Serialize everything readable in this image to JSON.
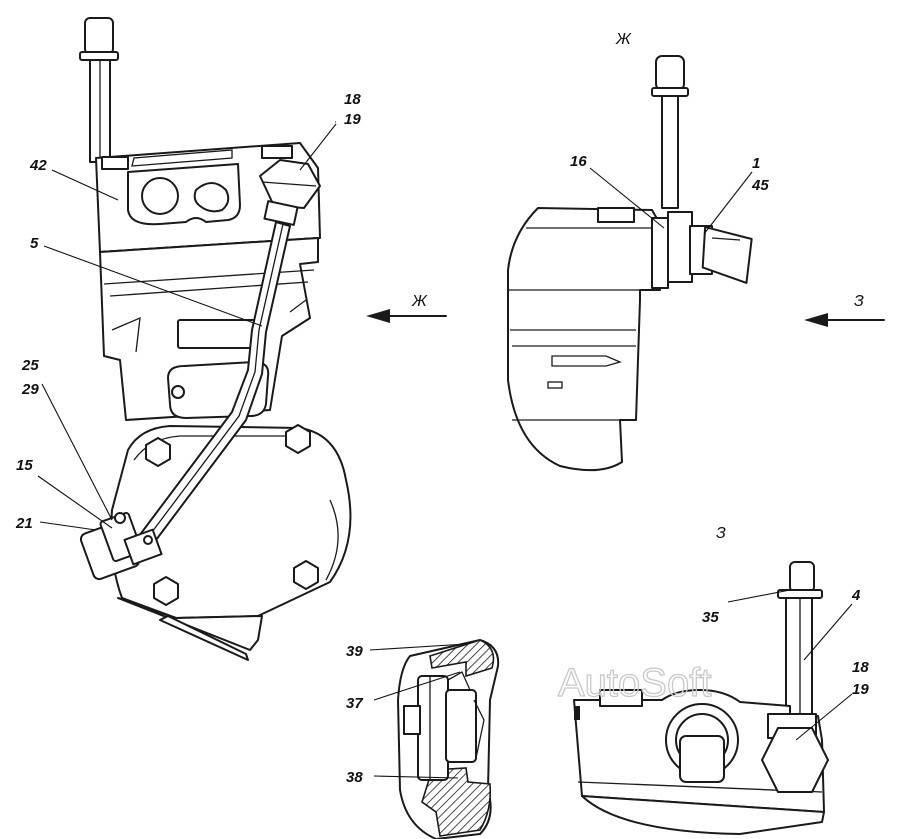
{
  "watermark": "AutoSoft",
  "views": {
    "zh": "Ж",
    "z": "З"
  },
  "arrows": {
    "zh_arrow_label": "Ж",
    "z_arrow_label": "З"
  },
  "labels": {
    "l18_main": "18",
    "l19_main": "19",
    "l42": "42",
    "l5": "5",
    "l25": "25",
    "l29": "29",
    "l15": "15",
    "l21": "21",
    "l16": "16",
    "l1": "1",
    "l45": "45",
    "l39": "39",
    "l37": "37",
    "l38": "38",
    "l35": "35",
    "l4": "4",
    "l18_z": "18",
    "l19_z": "19"
  }
}
